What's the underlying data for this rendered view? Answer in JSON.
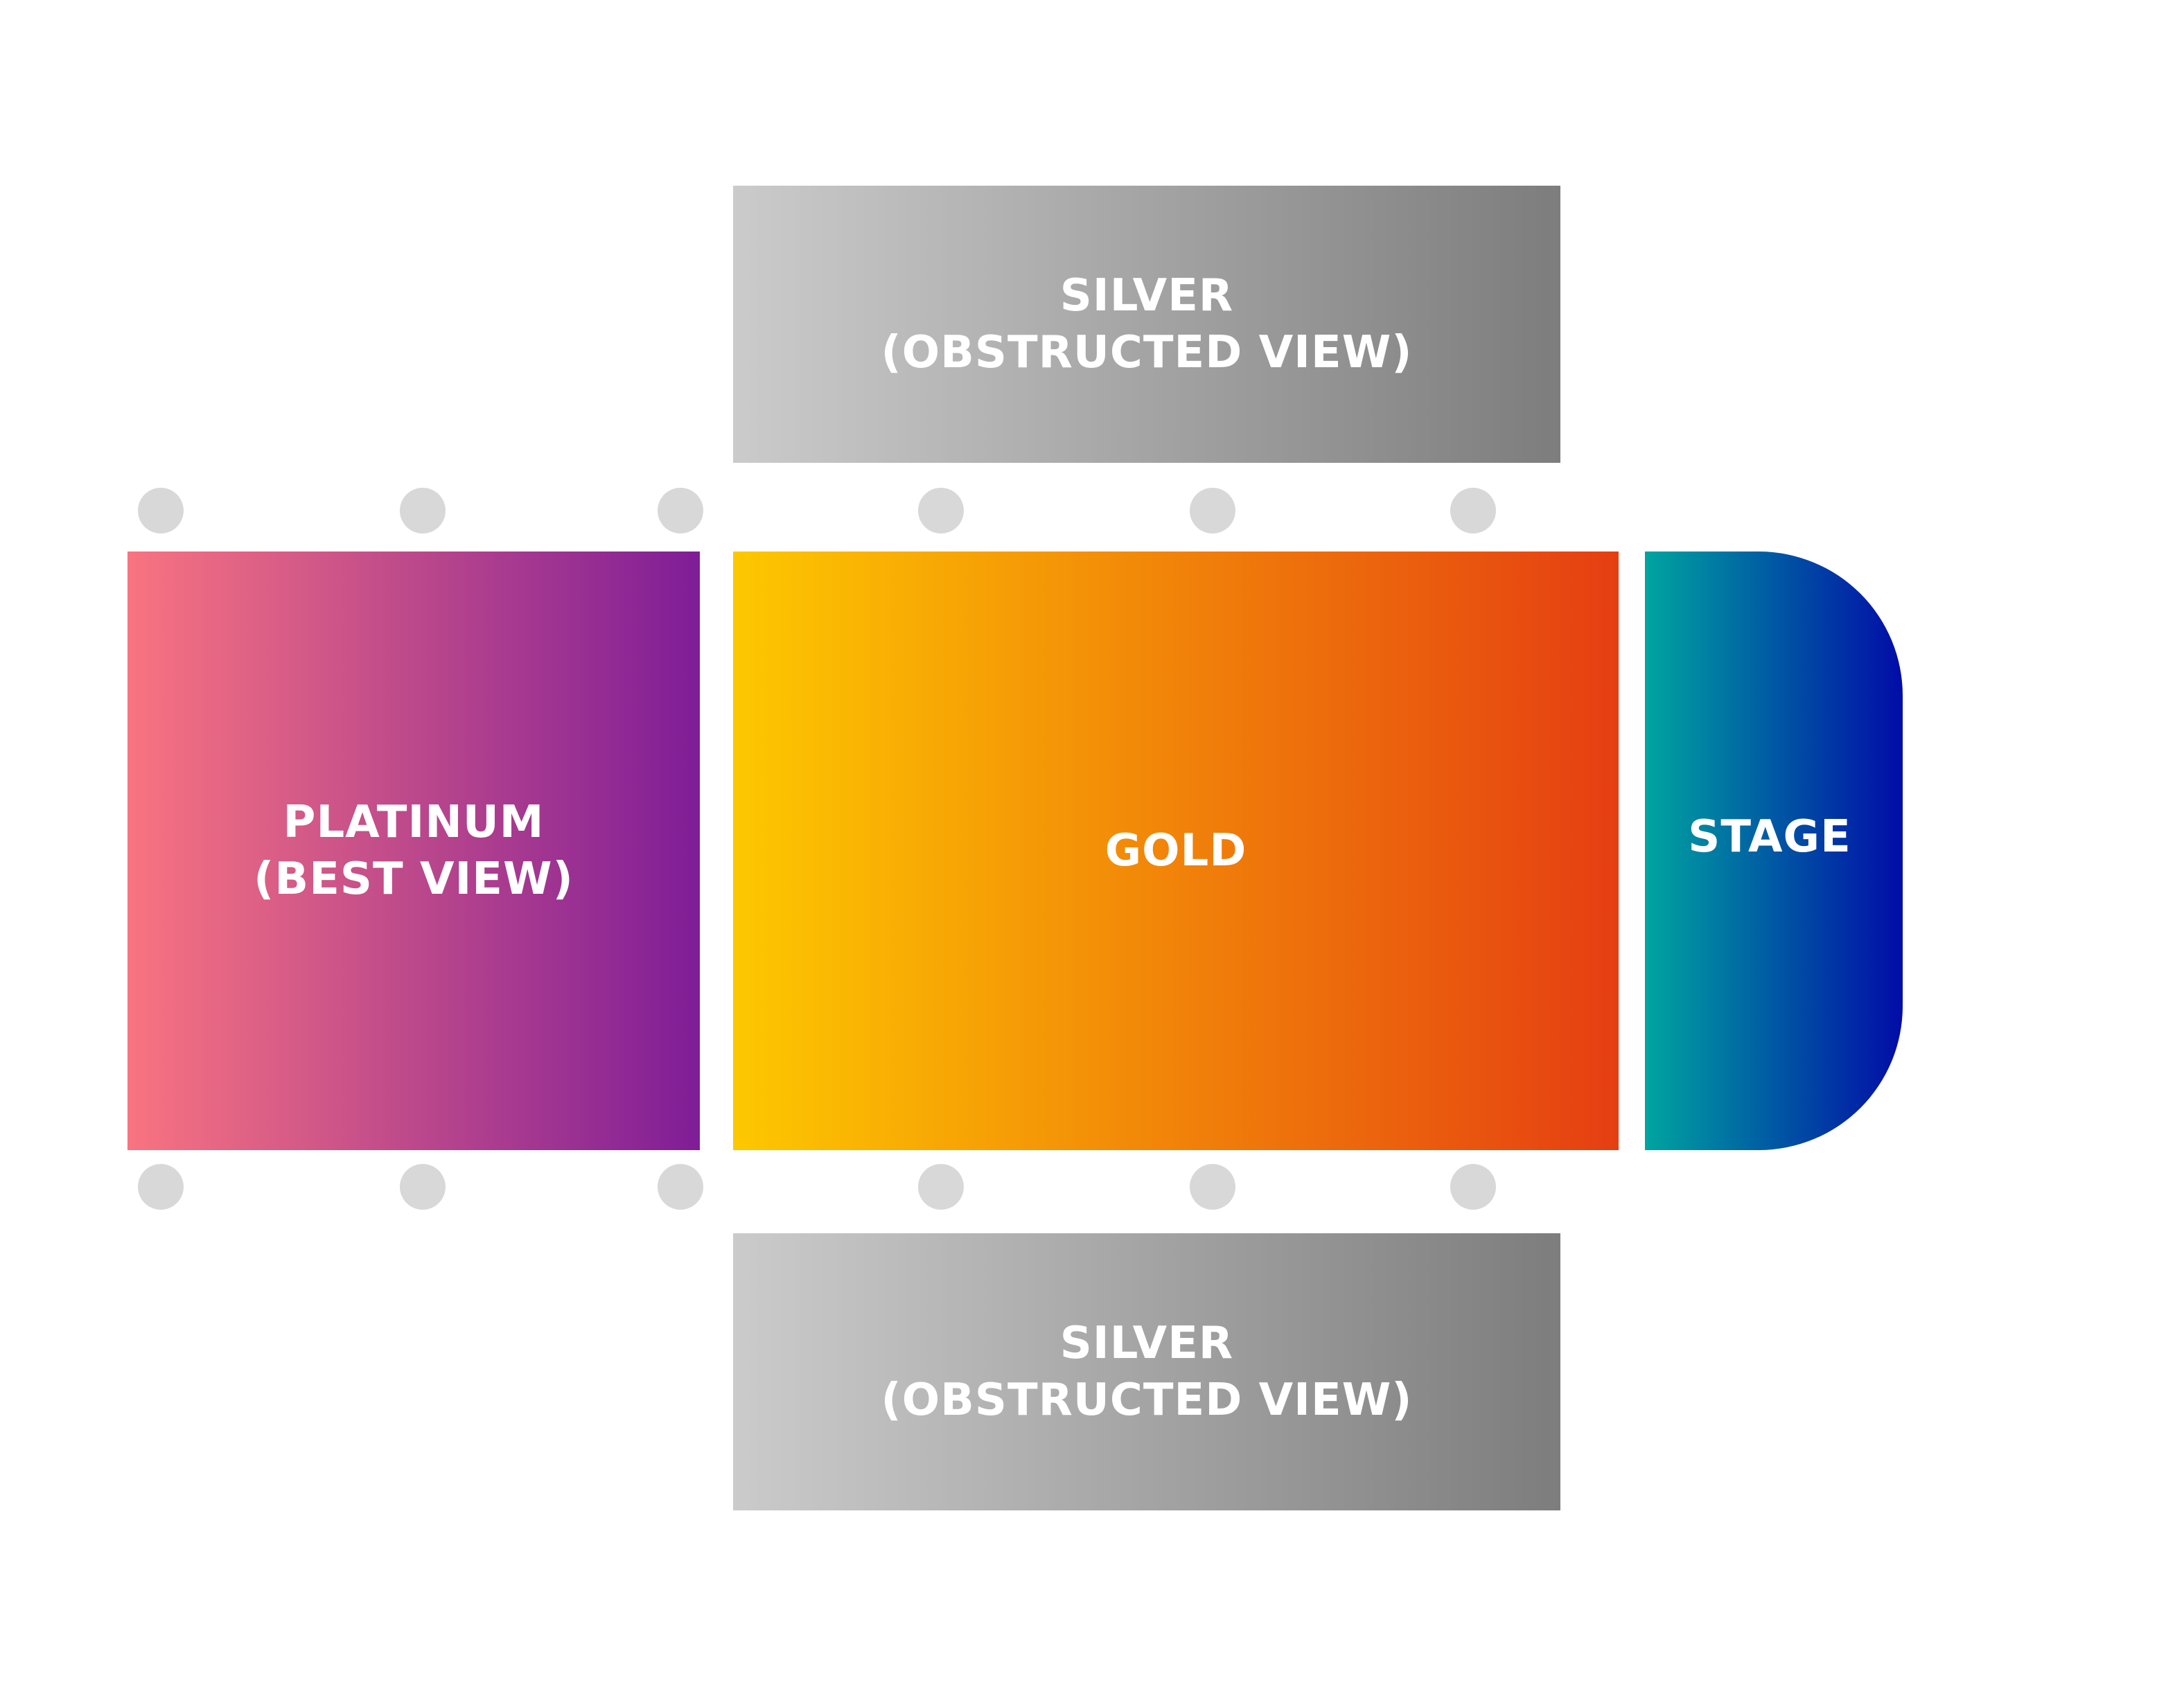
{
  "zones": {
    "silver_top": {
      "line1": "SILVER",
      "line2": "(OBSTRUCTED VIEW)",
      "gradient": [
        "#cbcbcb",
        "#7d7d7d"
      ]
    },
    "platinum": {
      "line1": "PLATINUM",
      "line2": "(BEST VIEW)",
      "gradient": [
        "#f97480",
        "#7f1d97"
      ]
    },
    "gold": {
      "line1": "GOLD",
      "gradient": [
        "#fdc800",
        "#e53e12"
      ]
    },
    "stage": {
      "line1": "STAGE",
      "gradient": [
        "#00a5a0",
        "#010ca7"
      ]
    },
    "silver_bottom": {
      "line1": "SILVER",
      "line2": "(OBSTRUCTED VIEW)",
      "gradient": [
        "#cbcbcb",
        "#7d7d7d"
      ]
    }
  },
  "pillar_color": "#d8d8d8",
  "pillar_count": 12
}
